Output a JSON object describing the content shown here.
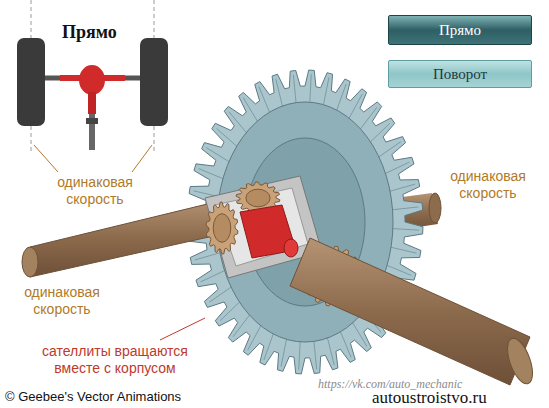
{
  "diagram": {
    "nodes": [
      {
        "text": [
          "Прямо"
        ]
      },
      {
        "text": [
          "Поворот"
        ]
      }
    ],
    "labels": [
      "Прямо",
      "одинаковая скорость",
      "одинаковая скорость",
      "одинаковая скорость",
      "сателлиты вращаются вместе с корпусом",
      "© Geebee's Vector Animations",
      "https://vk.com/auto_mechanic",
      "autoustroistvo.ru"
    ]
  }
}
